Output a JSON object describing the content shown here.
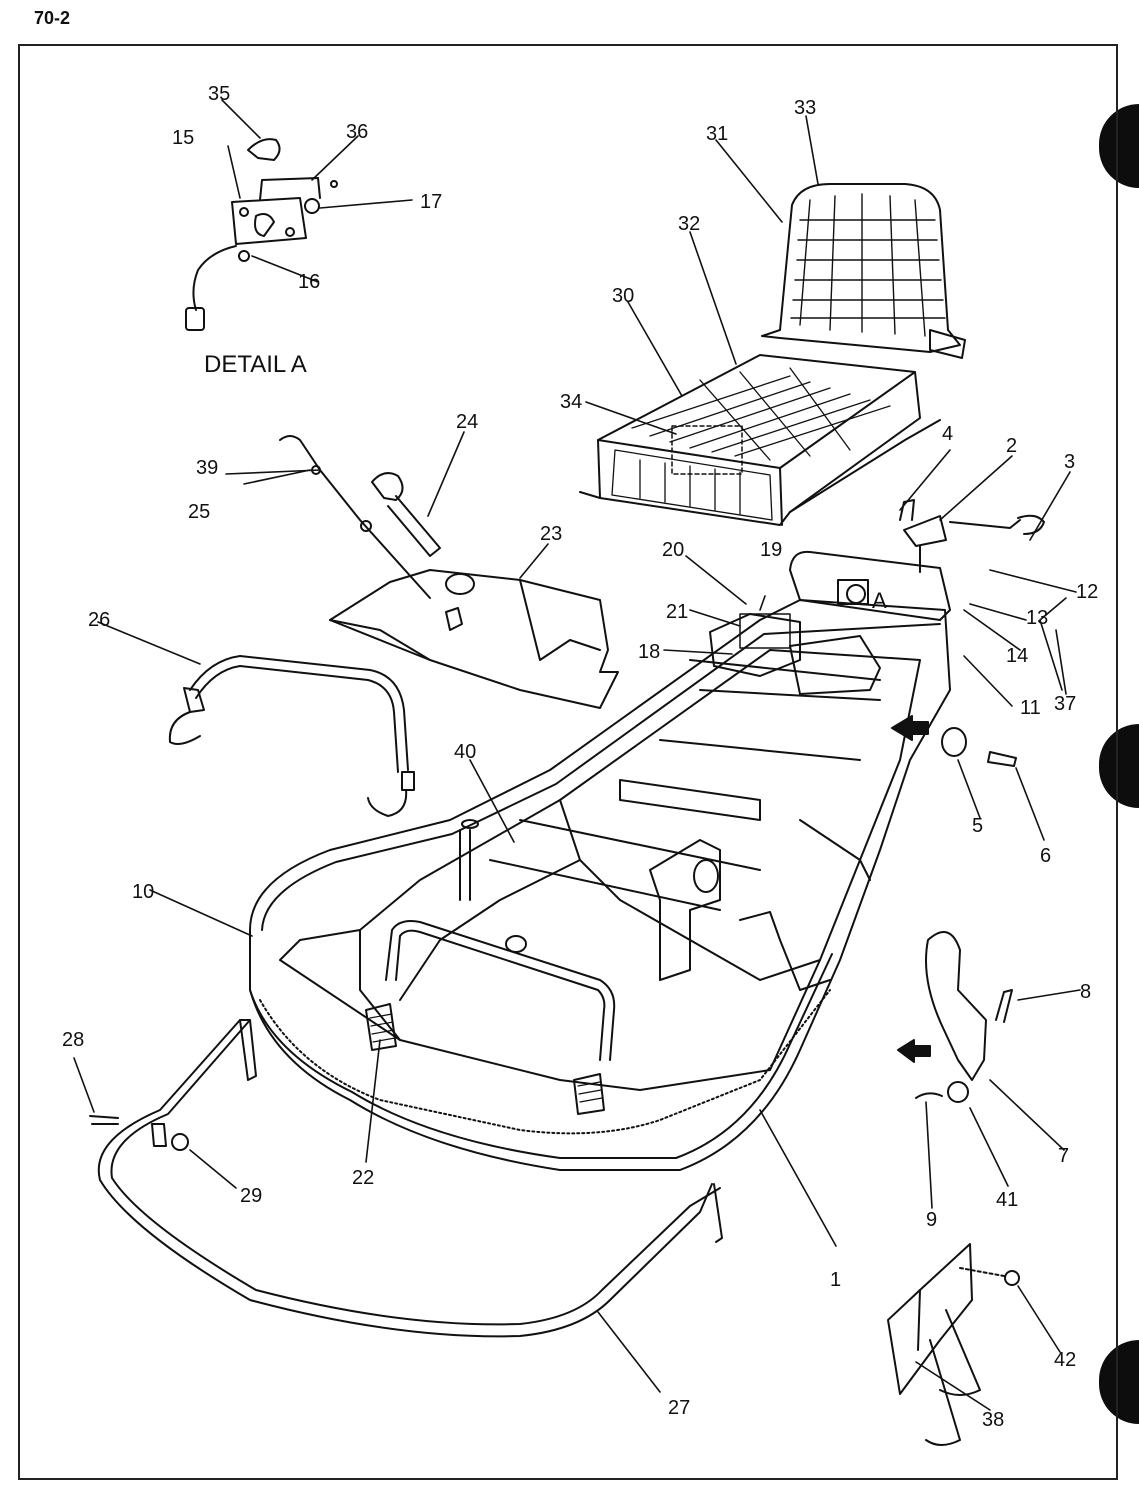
{
  "page_code": "70-2",
  "detail_label": "DETAIL A",
  "detail_marker": "A",
  "callouts": {
    "c1": "1",
    "c2": "2",
    "c3": "3",
    "c4": "4",
    "c5": "5",
    "c6": "6",
    "c7": "7",
    "c8": "8",
    "c9": "9",
    "c10": "10",
    "c11": "11",
    "c12": "12",
    "c13": "13",
    "c14": "14",
    "c15": "15",
    "c16": "16",
    "c17": "17",
    "c18": "18",
    "c19": "19",
    "c20": "20",
    "c21": "21",
    "c22": "22",
    "c23": "23",
    "c24": "24",
    "c25": "25",
    "c26": "26",
    "c27": "27",
    "c28": "28",
    "c29": "29",
    "c30": "30",
    "c31": "31",
    "c32": "32",
    "c33": "33",
    "c34": "34",
    "c35": "35",
    "c36": "36",
    "c37": "37",
    "c38": "38",
    "c39": "39",
    "c40": "40",
    "c41": "41",
    "c42": "42"
  },
  "colors": {
    "ink": "#111111",
    "paper": "#ffffff",
    "binder_hole": "#0d0d0d"
  }
}
